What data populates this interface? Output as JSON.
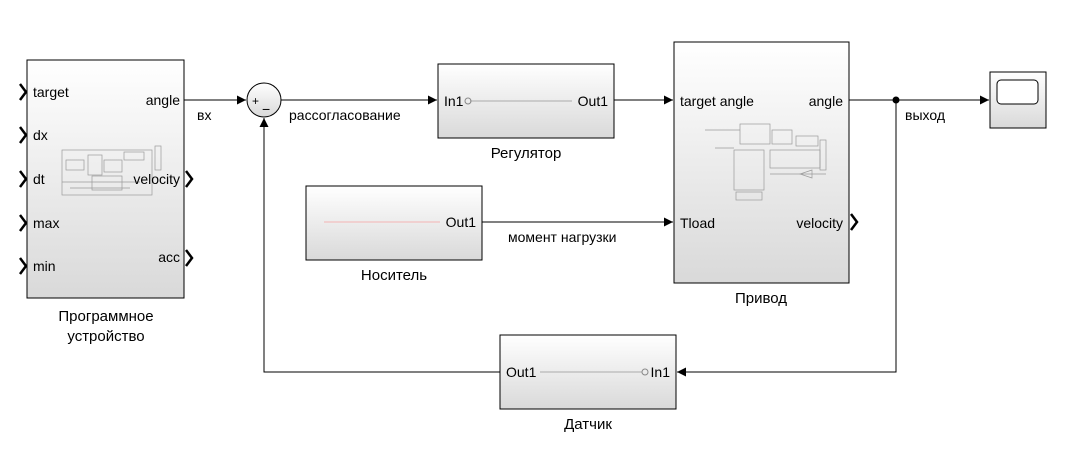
{
  "blocks": {
    "program": {
      "name": "Программное устройство",
      "name_line1": "Программное",
      "name_line2": "устройство",
      "inputs": [
        "target",
        "dx",
        "dt",
        "max",
        "min"
      ],
      "outputs": [
        "angle",
        "velocity",
        "acc"
      ]
    },
    "sum": {
      "plus": "+",
      "minus": "−"
    },
    "regulator": {
      "name": "Регулятор",
      "in": "In1",
      "out": "Out1"
    },
    "drive": {
      "name": "Привод",
      "inputs": [
        "target angle",
        "Tload"
      ],
      "outputs": [
        "angle",
        "velocity"
      ]
    },
    "carrier": {
      "name": "Носитель",
      "out": "Out1"
    },
    "sensor": {
      "name": "Датчик",
      "in": "In1",
      "out": "Out1"
    },
    "scope": {
      "name": "scope-icon"
    }
  },
  "signals": {
    "input": "вх",
    "error": "рассогласование",
    "load_torque": "момент нагрузки",
    "output": "выход"
  }
}
